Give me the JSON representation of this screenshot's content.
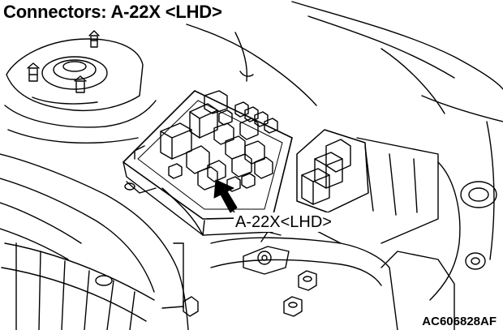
{
  "title": "Connectors: A-22X <LHD>",
  "callout_label": "A-22X<LHD>",
  "figure_id": "AC606828AF",
  "icons": {
    "pointer": "arrow-icon"
  },
  "colors": {
    "line": "#000000",
    "background": "#ffffff"
  }
}
